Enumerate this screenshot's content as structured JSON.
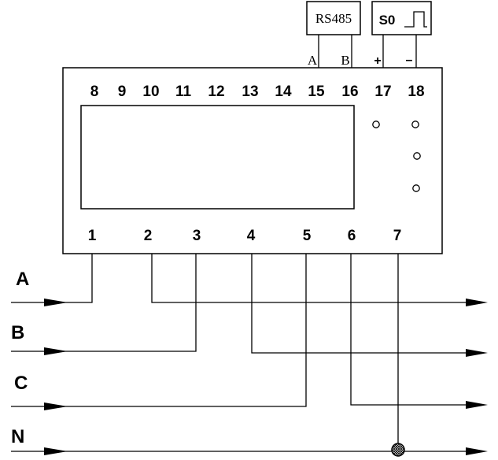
{
  "top_terminals": [
    "8",
    "9",
    "10",
    "11",
    "12",
    "13",
    "14",
    "15",
    "16",
    "17",
    "18"
  ],
  "bottom_terminals": [
    "1",
    "2",
    "3",
    "4",
    "5",
    "6",
    "7"
  ],
  "phases": [
    "A",
    "B",
    "C",
    "N"
  ],
  "rs485": {
    "label": "RS485",
    "pin_a": "A",
    "pin_b": "B"
  },
  "s0": {
    "label": "S0",
    "plus": "+",
    "minus": "–"
  }
}
